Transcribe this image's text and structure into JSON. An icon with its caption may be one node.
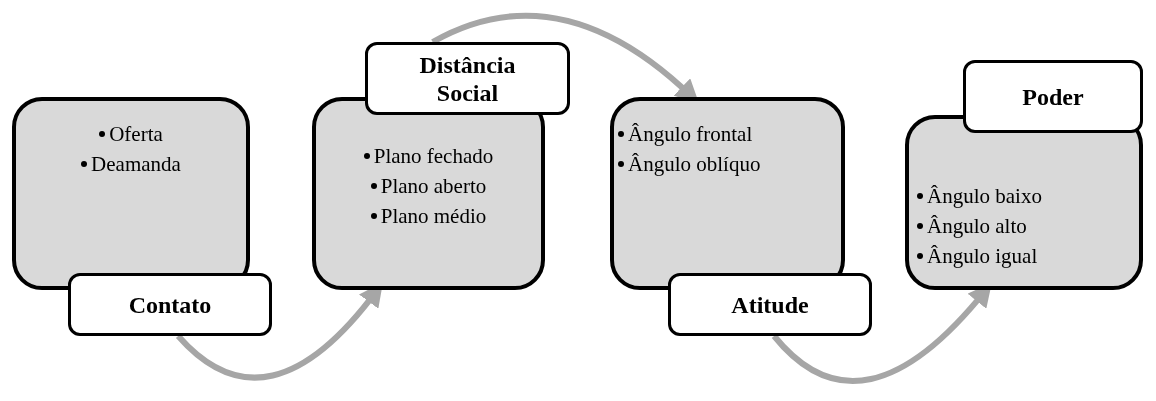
{
  "diagram": {
    "nodes": [
      {
        "text": [
          "Oferta",
          "Deamanda"
        ]
      },
      {
        "text": [
          "Contato"
        ]
      },
      {
        "text": [
          "Distância Social"
        ]
      },
      {
        "text": [
          "Plano fechado",
          "Plano aberto",
          "Plano médio"
        ]
      },
      {
        "text": [
          "Ângulo frontal",
          "Ângulo oblíquo"
        ]
      },
      {
        "text": [
          "Atitude"
        ]
      },
      {
        "text": [
          "Poder"
        ]
      },
      {
        "text": [
          "Ângulo baixo",
          "Ângulo alto",
          "Ângulo igual"
        ]
      }
    ],
    "edges": [
      {
        "from": 1,
        "to": 3,
        "arrow": "to"
      },
      {
        "from": 2,
        "to": 4,
        "arrow": "to"
      },
      {
        "from": 5,
        "to": 7,
        "arrow": "to"
      }
    ]
  }
}
